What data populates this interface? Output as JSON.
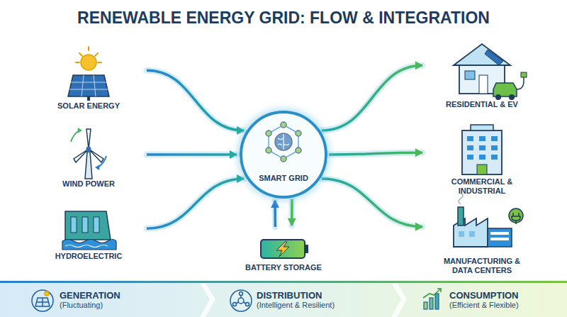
{
  "diagram": {
    "title": "RENEWABLE ENERGY GRID: FLOW & INTEGRATION",
    "nodes": [
      {
        "text": [
          "SOLAR ENERGY"
        ]
      },
      {
        "text": [
          "WIND POWER"
        ]
      },
      {
        "text": [
          "HYDROELECTRIC"
        ]
      },
      {
        "text": [
          "SMART GRID"
        ]
      },
      {
        "text": [
          "BATTERY STORAGE"
        ]
      },
      {
        "text": [
          "RESIDENTIAL & EV"
        ]
      },
      {
        "text": [
          "COMMERCIAL & INDUSTRIAL"
        ]
      },
      {
        "text": [
          "MANUFACTURING & DATA CENTERS"
        ]
      },
      {
        "text": [
          "GENERATION",
          "(Fluctuating)"
        ]
      },
      {
        "text": [
          "DISTRIBUTION",
          "(Intelligent & Resilient)"
        ]
      },
      {
        "text": [
          "CONSUMPTION",
          "(Efficient & Flexible)"
        ]
      }
    ],
    "edges": [
      {
        "from": 0,
        "to": 3,
        "arrow": "to"
      },
      {
        "from": 1,
        "to": 3,
        "arrow": "to"
      },
      {
        "from": 2,
        "to": 3,
        "arrow": "to"
      },
      {
        "from": 3,
        "to": 5,
        "arrow": "to"
      },
      {
        "from": 3,
        "to": 6,
        "arrow": "to"
      },
      {
        "from": 3,
        "to": 7,
        "arrow": "to"
      },
      {
        "from": 4,
        "to": 3,
        "arrow": "to"
      },
      {
        "from": 3,
        "to": 4,
        "arrow": "to"
      }
    ]
  }
}
